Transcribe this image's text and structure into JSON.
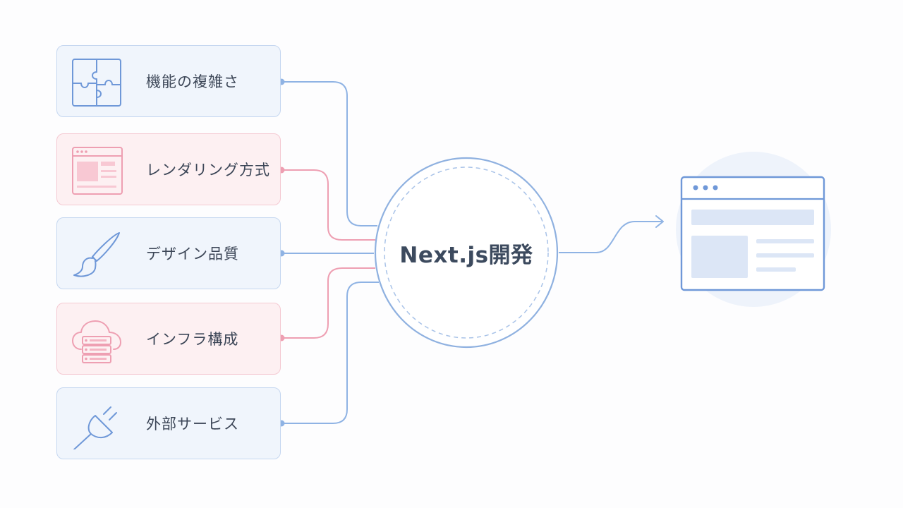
{
  "diagram": {
    "factors": [
      {
        "id": "complexity",
        "label": "機能の複雑さ",
        "icon": "puzzle-icon",
        "tone": "blue"
      },
      {
        "id": "rendering",
        "label": "レンダリング方式",
        "icon": "browser-window-icon",
        "tone": "pink"
      },
      {
        "id": "design",
        "label": "デザイン品質",
        "icon": "paintbrush-icon",
        "tone": "blue"
      },
      {
        "id": "infra",
        "label": "インフラ構成",
        "icon": "cloud-server-icon",
        "tone": "pink"
      },
      {
        "id": "external",
        "label": "外部サービス",
        "icon": "plug-icon",
        "tone": "blue"
      }
    ],
    "hub": {
      "label": "Next.js開発"
    },
    "output": {
      "icon": "web-page-icon"
    }
  },
  "colors": {
    "blue_line": "#8fb3e4",
    "pink_line": "#ee9fb2",
    "hub_stroke": "#8fb1e0",
    "text": "#3c4657",
    "result_stroke": "#6f98d8"
  }
}
